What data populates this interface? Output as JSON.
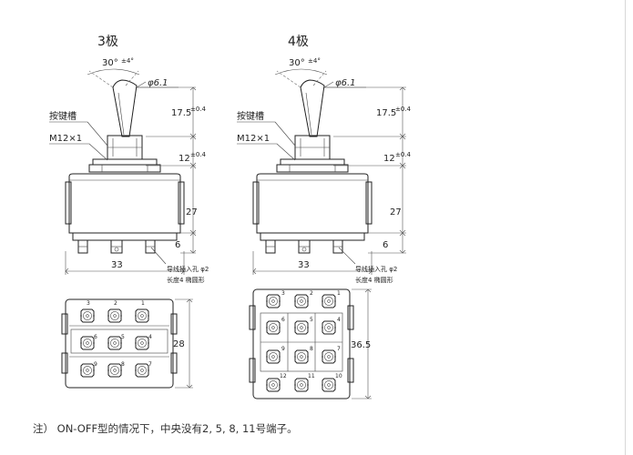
{
  "switch_3pole": {
    "title": "3极",
    "angle": "30°",
    "angle_tol": "±4°",
    "dia": "φ6.1",
    "dim_top": "17.5",
    "dim_top_tol": "±0.4",
    "dim_mid": "12",
    "dim_mid_tol": "±0.4",
    "dim_body": "27",
    "dim_term": "6",
    "dim_width": "33",
    "label_key": "按键槽",
    "label_thread": "M12×1",
    "hole_line1": "导线插入孔 φ2",
    "hole_line2": "长度4 椭圆形",
    "dim_base": "28",
    "terminals": [
      "3",
      "2",
      "1",
      "6",
      "5",
      "4",
      "9",
      "8",
      "7"
    ]
  },
  "switch_4pole": {
    "title": "4极",
    "angle": "30°",
    "angle_tol": "±4°",
    "dia": "φ6.1",
    "dim_top": "17.5",
    "dim_top_tol": "±0.4",
    "dim_mid": "12",
    "dim_mid_tol": "±0.4",
    "dim_body": "27",
    "dim_term": "6",
    "dim_width": "33",
    "label_key": "按键槽",
    "label_thread": "M12×1",
    "hole_line1": "导线插入孔 φ2",
    "hole_line2": "长度4 椭圆形",
    "dim_base": "36.5",
    "terminals": [
      "3",
      "2",
      "1",
      "6",
      "5",
      "4",
      "9",
      "8",
      "7",
      "12",
      "11",
      "10"
    ]
  },
  "note": "注） ON-OFF型的情况下，中央没有2, 5, 8, 11号端子。"
}
